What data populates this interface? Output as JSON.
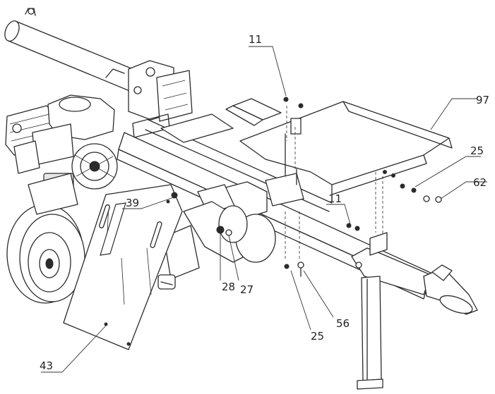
{
  "callouts": [
    {
      "id": "11-top",
      "text": "11"
    },
    {
      "id": "97",
      "text": "97"
    },
    {
      "id": "25-right",
      "text": "25"
    },
    {
      "id": "62",
      "text": "62"
    },
    {
      "id": "39",
      "text": "39"
    },
    {
      "id": "11-mid",
      "text": "11"
    },
    {
      "id": "28",
      "text": "28"
    },
    {
      "id": "27",
      "text": "27"
    },
    {
      "id": "25-bottom",
      "text": "25"
    },
    {
      "id": "56",
      "text": "56"
    },
    {
      "id": "43",
      "text": "43"
    }
  ]
}
